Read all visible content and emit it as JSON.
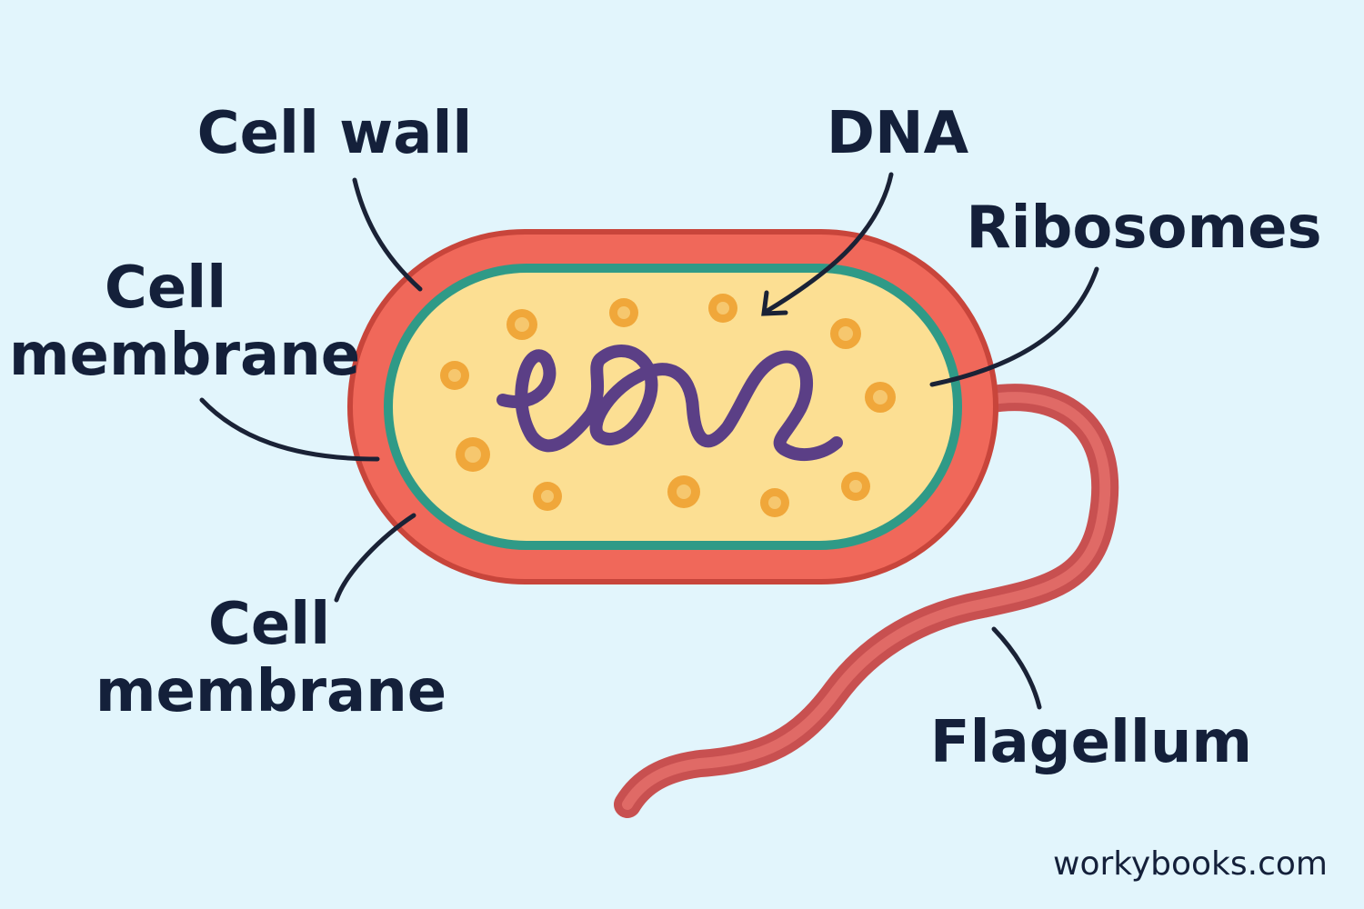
{
  "colors": {
    "background": "#e2f5fc",
    "cell_wall": "#f0685a",
    "cell_wall_stroke": "#c8453b",
    "membrane": "#2f9a87",
    "cytoplasm": "#fcdf93",
    "ribosome_outer": "#f0a73a",
    "ribosome_inner": "#f6c76e",
    "dna": "#5b3f86",
    "flagellum": "#c85050",
    "flagellum_highlight": "#e06a66",
    "label_text": "#14203a",
    "leader_line": "#1a2236"
  },
  "labels": {
    "cell_wall": "Cell wall",
    "dna": "DNA",
    "ribosomes": "Ribosomes",
    "cell_membrane_upper_line1": "Cell",
    "cell_membrane_upper_line2": "membrane",
    "cell_membrane_lower_line1": "Cell",
    "cell_membrane_lower_line2": "membrane",
    "flagellum": "Flagellum"
  },
  "watermark": "workybooks.com"
}
